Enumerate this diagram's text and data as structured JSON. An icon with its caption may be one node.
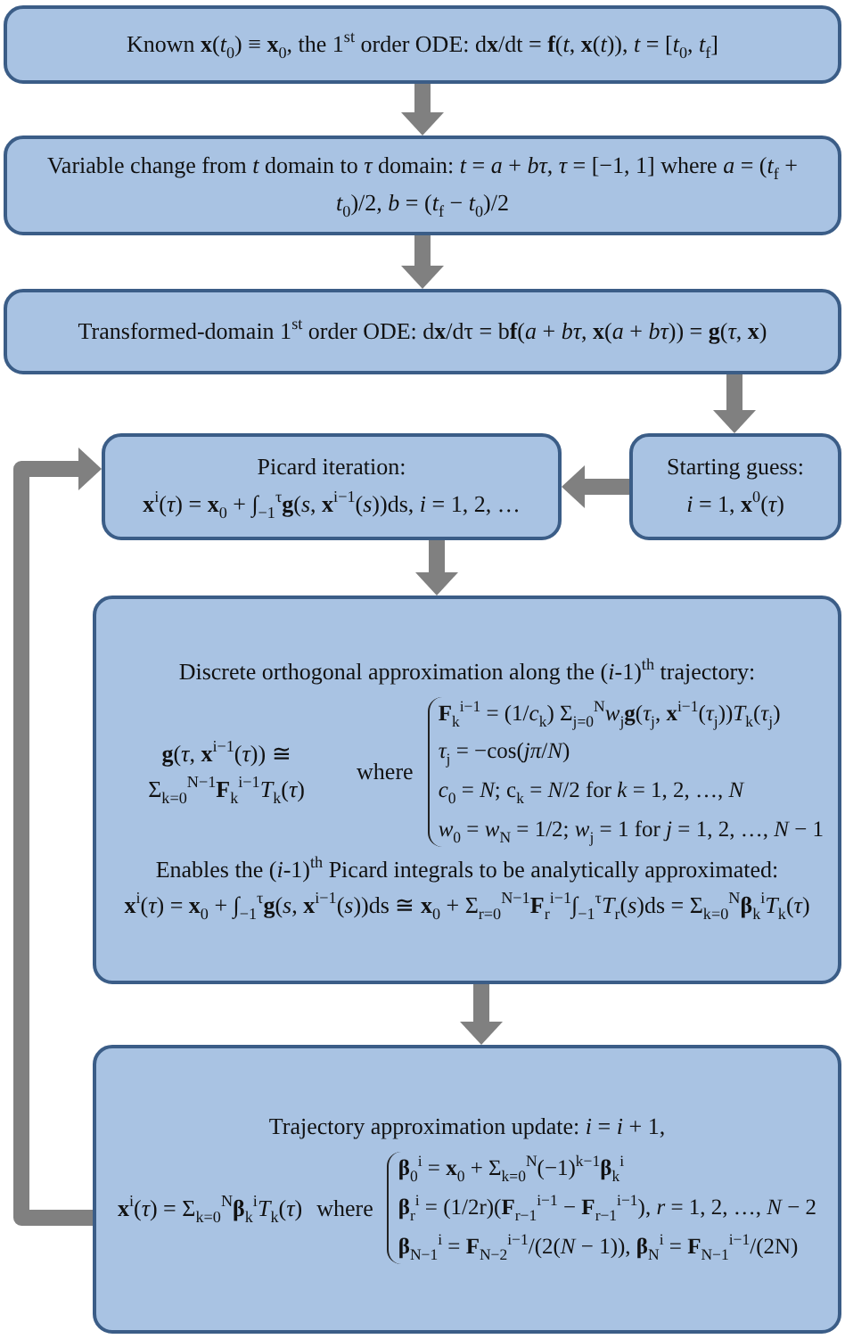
{
  "diagram": {
    "nodes": [
      {
        "text": [
          "Known **x**(*t*$_{0}$) ≡ **x**$_{0}$, the 1$^{st}$ order ODE:   d**x**/dt = **f**(*t*, **x**(*t*)),   *t* = [*t*$_{0}$, *t*$_{f}$]"
        ]
      },
      {
        "text": [
          "Variable change from *t* domain to *τ* domain:   *t* = *a* + *bτ*, *τ* = [−1, 1]  where *a* = (*t*$_{f}$ + *t*$_{0}$)/2,  *b* = (*t*$_{f}$ − *t*$_{0}$)/2"
        ]
      },
      {
        "text": [
          "Transformed-domain 1$^{st}$ order ODE:   d**x**/dτ = b**f**(*a* + *bτ*, **x**(*a* + *bτ*)) = **g**(*τ*, **x**)"
        ]
      },
      {
        "text": [
          "Picard iteration:",
          "**x**$^{i}$(*τ*) = **x**$_{0}$ + ∫$_{−1}$$^{τ}$**g**(*s*, **x**$^{i−1}$(*s*))ds,   *i* = 1, 2, …"
        ]
      },
      {
        "text": [
          "Starting guess:",
          "*i* = 1,   **x**$^{0}$(*τ*)"
        ]
      },
      {
        "text": [
          "Discrete orthogonal approximation along the (*i*-1)$^{th}$ trajectory:",
          "**g**(*τ*, **x**$^{i−1}$(*τ*)) ≅ Σ$_{k=0}$$^{N−1}$**F**$_{k}$$^{i−1}$*T*$_{k}$(*τ*)",
          "where",
          "**F**$_{k}$$^{i−1}$ = (1/*c*$_{k}$) Σ$_{j=0}$$^{N}$*w*$_{j}$**g**(*τ*$_{j}$, **x**$^{i−1}$(*τ*$_{j}$))*T*$_{k}$(*τ*$_{j}$)",
          "*τ*$_{j}$ = −cos(*jπ*/*N*)",
          "*c*$_{0}$ = *N*; c$_{k}$ = *N*/2  for *k* = 1, 2, …, *N*",
          "*w*$_{0}$ = *w*$_{N}$ = 1/2; *w*$_{j}$ = 1  for *j* = 1, 2, …, *N* − 1",
          "Enables the (*i*-1)$^{th}$ Picard integrals to be analytically approximated:",
          "**x**$^{i}$(*τ*) = **x**$_{0}$ + ∫$_{−1}$$^{τ}$**g**(*s*, **x**$^{i−1}$(*s*))ds ≅ **x**$_{0}$ + Σ$_{r=0}$$^{N−1}$**F**$_{r}$$^{i−1}$∫$_{−1}$$^{τ}$*T*$_{r}$(*s*)ds = Σ$_{k=0}$$^{N}$**β**$_{k}$$^{i}$*T*$_{k}$(*τ*)"
        ]
      },
      {
        "text": [
          "Trajectory approximation update:   *i* = *i* + 1,",
          "**x**$^{i}$(*τ*) = Σ$_{k=0}$$^{N}$**β**$_{k}$$^{i}$*T*$_{k}$(*τ*)",
          "where",
          "**β**$_{0}$$^{i}$ = **x**$_{0}$ + Σ$_{k=0}$$^{N}$(−1)$^{k−1}$**β**$_{k}$$^{i}$",
          "**β**$_{r}$$^{i}$ = (1/2r)(**F**$_{r−1}$$^{i−1}$ − **F**$_{r−1}$$^{i−1}$),   *r* = 1, 2, …, *N* − 2",
          "**β**$_{N−1}$$^{i}$ = **F**$_{N−2}$$^{i−1}$/(2(*N* − 1)),   **β**$_{N}$$^{i}$ = **F**$_{N−1}$$^{i−1}$/(2N)"
        ]
      }
    ],
    "edges": [
      {
        "from": 0,
        "to": 1,
        "arrow": "to"
      },
      {
        "from": 1,
        "to": 2,
        "arrow": "to"
      },
      {
        "from": 2,
        "to": 4,
        "arrow": "to"
      },
      {
        "from": 4,
        "to": 3,
        "arrow": "to"
      },
      {
        "from": 3,
        "to": 5,
        "arrow": "to"
      },
      {
        "from": 5,
        "to": 6,
        "arrow": "to"
      },
      {
        "from": 6,
        "to": 3,
        "arrow": "to"
      }
    ]
  }
}
